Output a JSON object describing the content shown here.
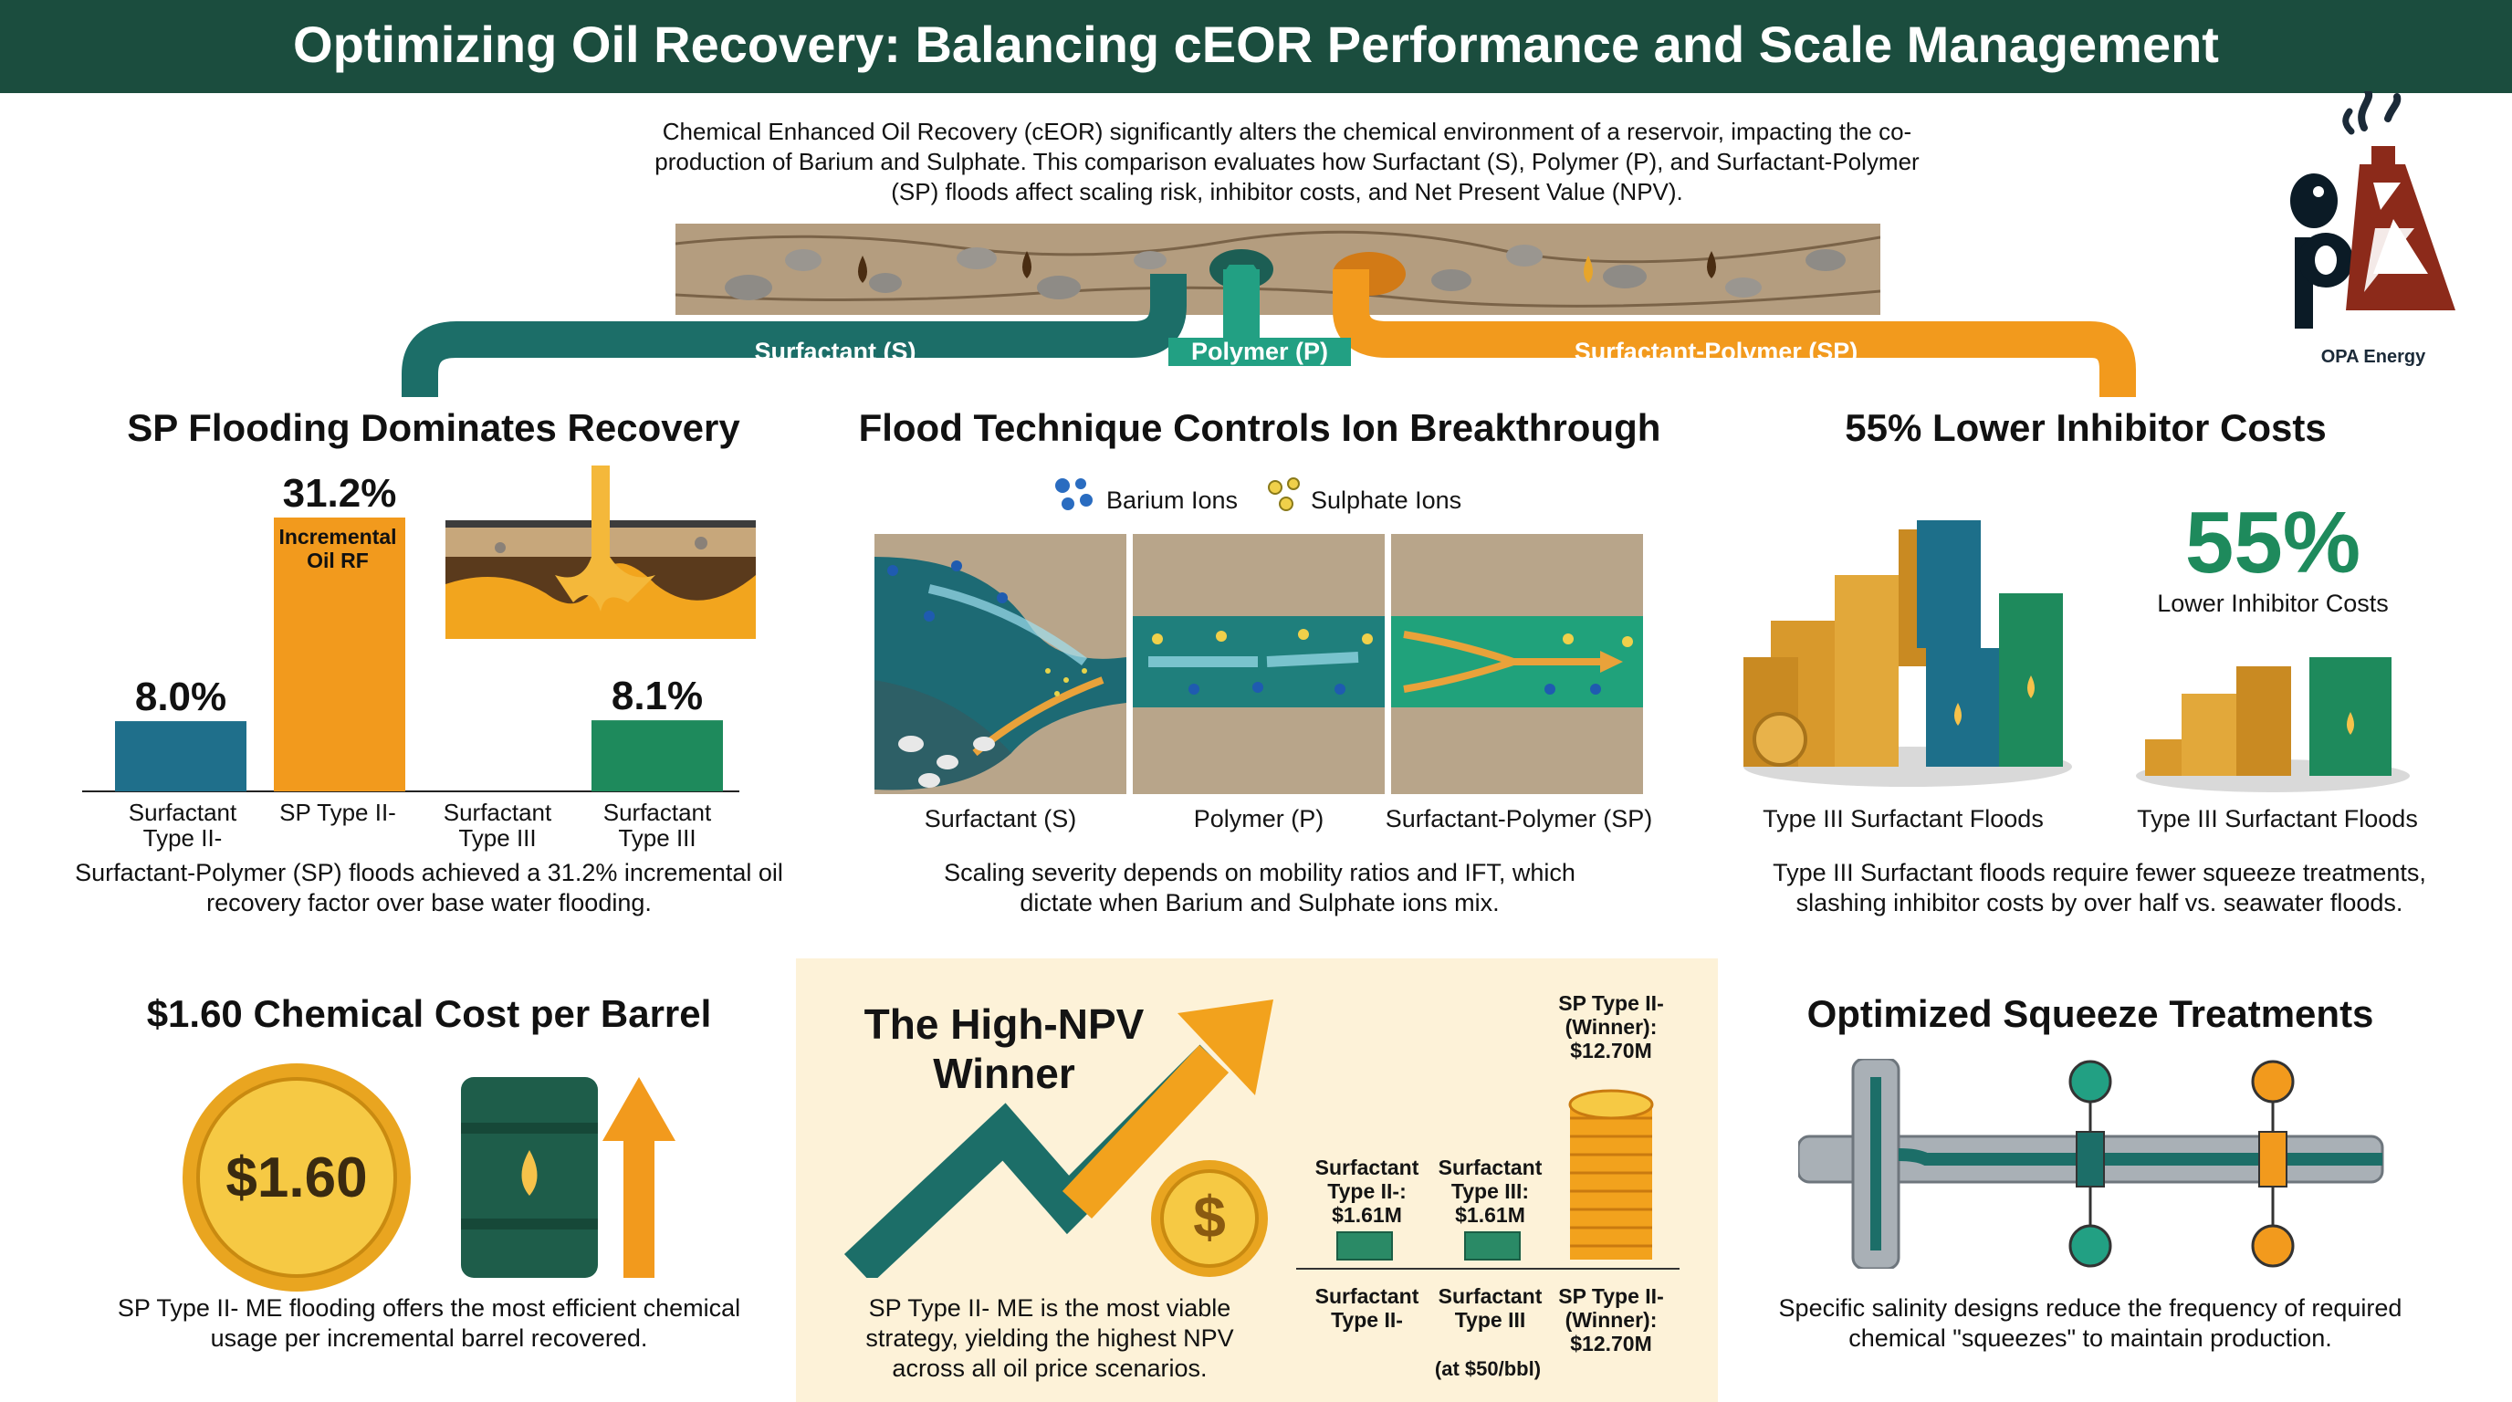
{
  "header": {
    "title": "Optimizing Oil Recovery: Balancing cEOR Performance and Scale Management"
  },
  "intro": "Chemical Enhanced Oil Recovery (cEOR) significantly alters the chemical environment of a reservoir, impacting the co-production of Barium and Sulphate. This comparison evaluates how Surfactant (S), Polymer (P), and Surfactant-Polymer (SP) floods affect scaling risk, inhibitor costs, and Net Present Value (NPV).",
  "logo": {
    "name": "OPA Energy"
  },
  "flows": {
    "surfactant": "Surfactant (S)",
    "polymer": "Polymer (P)",
    "sp": "Surfactant-Polymer (SP)"
  },
  "colors": {
    "header": "#1b4d3e",
    "teal": "#1c6e68",
    "orange": "#f29a1d",
    "green": "#1e8a5c",
    "blue": "#1f6f8b"
  },
  "recovery": {
    "title": "SP Flooding Dominates Recovery",
    "bar_annotation": "Incremental Oil RF",
    "caption": "Surfactant-Polymer (SP) floods achieved a 31.2% incremental oil recovery factor over base water flooding."
  },
  "chart_data": {
    "type": "bar",
    "categories": [
      "Surfactant Type II-",
      "SP Type II-",
      "Surfactant Type III",
      "Surfactant Type III"
    ],
    "values": [
      8.0,
      31.2,
      null,
      8.1
    ],
    "value_labels": [
      "8.0%",
      "31.2%",
      "",
      "8.1%"
    ],
    "colors": [
      "#1f6f8b",
      "#f29a1d",
      "#ffffff",
      "#1e8a5c"
    ]
  },
  "breakthrough": {
    "title": "Flood Technique Controls Ion Breakthrough",
    "legend_barium": "Barium Ions",
    "legend_sulphate": "Sulphate Ions",
    "panels": [
      "Surfactant (S)",
      "Polymer (P)",
      "Surfactant-Polymer (SP)"
    ],
    "caption": "Scaling severity depends on mobility ratios and IFT, which dictate when Barium and Sulphate ions mix."
  },
  "inhibitor": {
    "title": "55% Lower Inhibitor Costs",
    "big_value": "55%",
    "big_label": "Lower Inhibitor Costs",
    "left_label": "Type III Surfactant Floods",
    "right_label": "Type III Surfactant Floods",
    "caption": "Type III Surfactant floods require fewer squeeze treatments, slashing inhibitor costs by over half vs. seawater floods."
  },
  "cost": {
    "title": "$1.60 Chemical Cost per Barrel",
    "coin_value": "$1.60",
    "caption": "SP Type II- ME flooding offers the most efficient chemical usage per incremental barrel recovered."
  },
  "npv": {
    "title_line1": "The High-NPV",
    "title_line2": "Winner",
    "caption": "SP Type II- ME is the most viable strategy, yielding the highest NPV across all oil price scenarios.",
    "coin_symbol": "$",
    "stack1_top": "Surfactant Type II-: $1.61M",
    "stack2_top": "Surfactant Type III: $1.61M",
    "stack3_top": "SP Type II- (Winner): $12.70M",
    "axis1": "Surfactant Type II-",
    "axis2": "Surfactant Type III",
    "axis3": "SP Type II- (Winner): $12.70M",
    "price_note": "(at $50/bbl)"
  },
  "squeeze": {
    "title": "Optimized Squeeze Treatments",
    "caption": "Specific salinity designs reduce the frequency of required chemical \"squeezes\" to maintain production."
  }
}
